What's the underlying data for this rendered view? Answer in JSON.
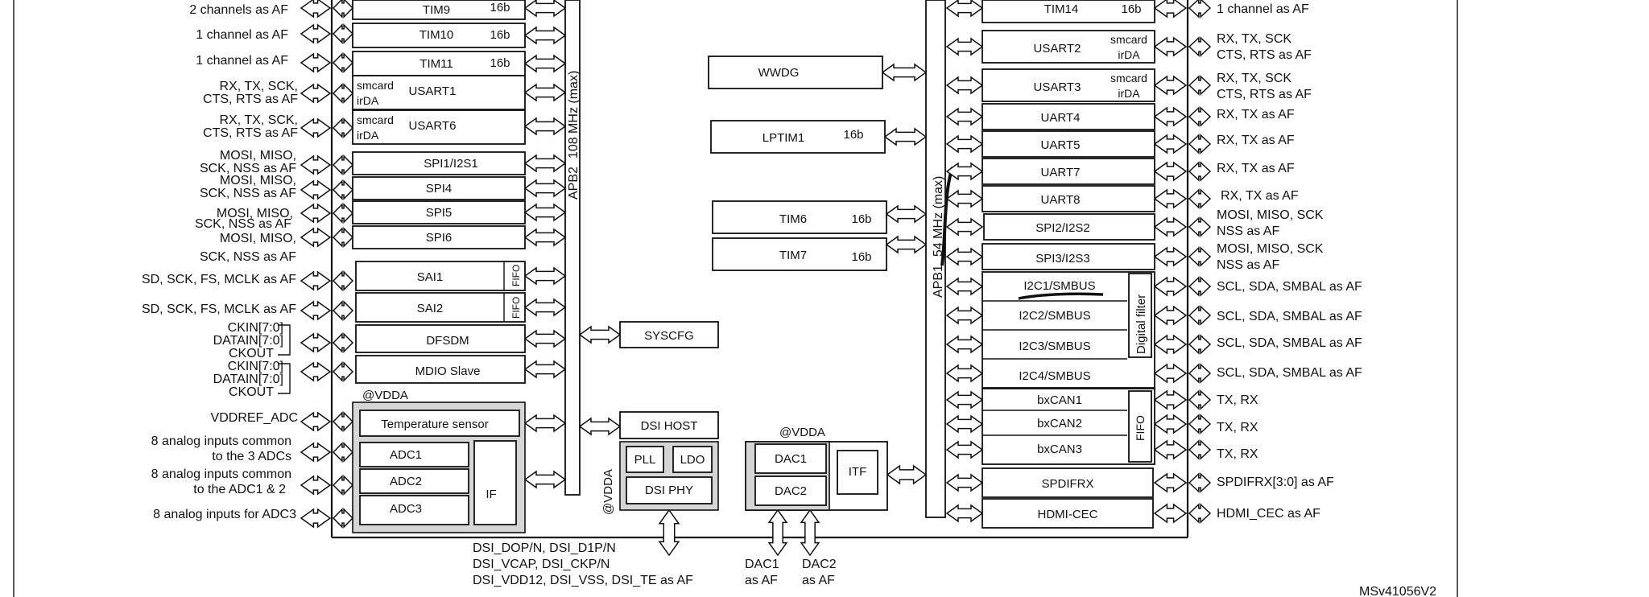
{
  "diagram": {
    "doc_ref": "MSv41056V2",
    "vdda": "@VDDA",
    "apb2": "APB2",
    "apb2_freq": "108 MHz (max)",
    "apb1": "APB1",
    "apb1_freq": "54 MHz (max)",
    "fifo": "FIFO",
    "digital_filter": "Digital filter",
    "smcard": "smcard",
    "irda": "irDA",
    "b16": "16b",
    "blocks": {
      "tim9": "TIM9",
      "tim10": "TIM10",
      "tim11": "TIM11",
      "usart1": "USART1",
      "usart6": "USART6",
      "spi1": "SPI1/I2S1",
      "spi4": "SPI4",
      "spi5": "SPI5",
      "spi6": "SPI6",
      "sai1": "SAI1",
      "sai2": "SAI2",
      "dfsdm": "DFSDM",
      "mdio": "MDIO Slave",
      "temp": "Temperature sensor",
      "adc1": "ADC1",
      "adc2": "ADC2",
      "adc3": "ADC3",
      "if": "IF",
      "wwdg": "WWDG",
      "lptim1": "LPTIM1",
      "tim6": "TIM6",
      "tim7": "TIM7",
      "syscfg": "SYSCFG",
      "dsi_host": "DSI HOST",
      "pll": "PLL",
      "ldo": "LDO",
      "dsi_phy": "DSI PHY",
      "dac1": "DAC1",
      "dac2": "DAC2",
      "itf": "ITF",
      "tim14": "TIM14",
      "usart2": "USART2",
      "usart3": "USART3",
      "uart4": "UART4",
      "uart5": "UART5",
      "uart7": "UART7",
      "uart8": "UART8",
      "spi2": "SPI2/I2S2",
      "spi3": "SPI3/I2S3",
      "i2c1": "I2C1/SMBUS",
      "i2c2": "I2C2/SMBUS",
      "i2c3": "I2C3/SMBUS",
      "i2c4": "I2C4/SMBUS",
      "can1": "bxCAN1",
      "can2": "bxCAN2",
      "can3": "bxCAN3",
      "spdif": "SPDIFRX",
      "hdmi": "HDMI-CEC"
    },
    "left_labels": {
      "tim9": "2 channels as AF",
      "tim10": "1 channel  as AF",
      "tim11": "1 channel  as AF",
      "usart1_a": "RX, TX, SCK,",
      "usart1_b": "CTS, RTS as AF",
      "usart6_a": "RX, TX, SCK,",
      "usart6_b": "CTS, RTS as AF",
      "spi1_a": "MOSI, MISO,",
      "spi1_b": "SCK, NSS as AF",
      "spi4_a": "MOSI, MISO,",
      "spi4_b": "SCK, NSS as AF",
      "spi5_a": "MOSI, MISO,",
      "spi5_b": "SCK, NSS as AF",
      "spi6_a": "MOSI, MISO,",
      "spi6_b": "SCK, NSS as AF",
      "sai1": "SD, SCK, FS, MCLK as AF",
      "sai2": "SD, SCK, FS, MCLK as AF",
      "ckin": "CKIN[7:0]",
      "datain": "DATAIN[7:0]",
      "ckout": "CKOUT",
      "vddref": "VDDREF_ADC",
      "adc_common3_a": "8 analog inputs common",
      "adc_common3_b": "to the 3 ADCs",
      "adc_common12_a": "8 analog inputs common",
      "adc_common12_b": "to the ADC1 & 2",
      "adc3": "8 analog inputs for ADC3"
    },
    "right_labels": {
      "tim14": "1 channel as AF",
      "usart2_a": "RX, TX, SCK",
      "usart2_b": "CTS, RTS as AF",
      "usart3_a": "RX, TX, SCK",
      "usart3_b": "CTS, RTS as AF",
      "uart4": "RX, TX as AF",
      "uart5": "RX, TX as AF",
      "uart7": "RX, TX as AF",
      "uart8": "RX, TX as AF",
      "spi2_a": "MOSI, MISO, SCK",
      "spi2_b": "NSS as AF",
      "spi3_a": "MOSI, MISO, SCK",
      "spi3_b": "NSS as AF",
      "i2c": "SCL, SDA, SMBAL as AF",
      "can": "TX, RX",
      "spdif": "SPDIFRX[3:0] as AF",
      "hdmi": "HDMI_CEC as AF"
    },
    "bottom_labels": {
      "dsi_1": "DSI_DOP/N, DSI_D1P/N",
      "dsi_2": "DSI_VCAP, DSI_CKP/N",
      "dsi_3": "DSI_VDD12, DSI_VSS, DSI_TE as AF",
      "dac1_a": "DAC1",
      "dac1_b": "as AF",
      "dac2_a": "DAC2",
      "dac2_b": "as AF"
    }
  }
}
